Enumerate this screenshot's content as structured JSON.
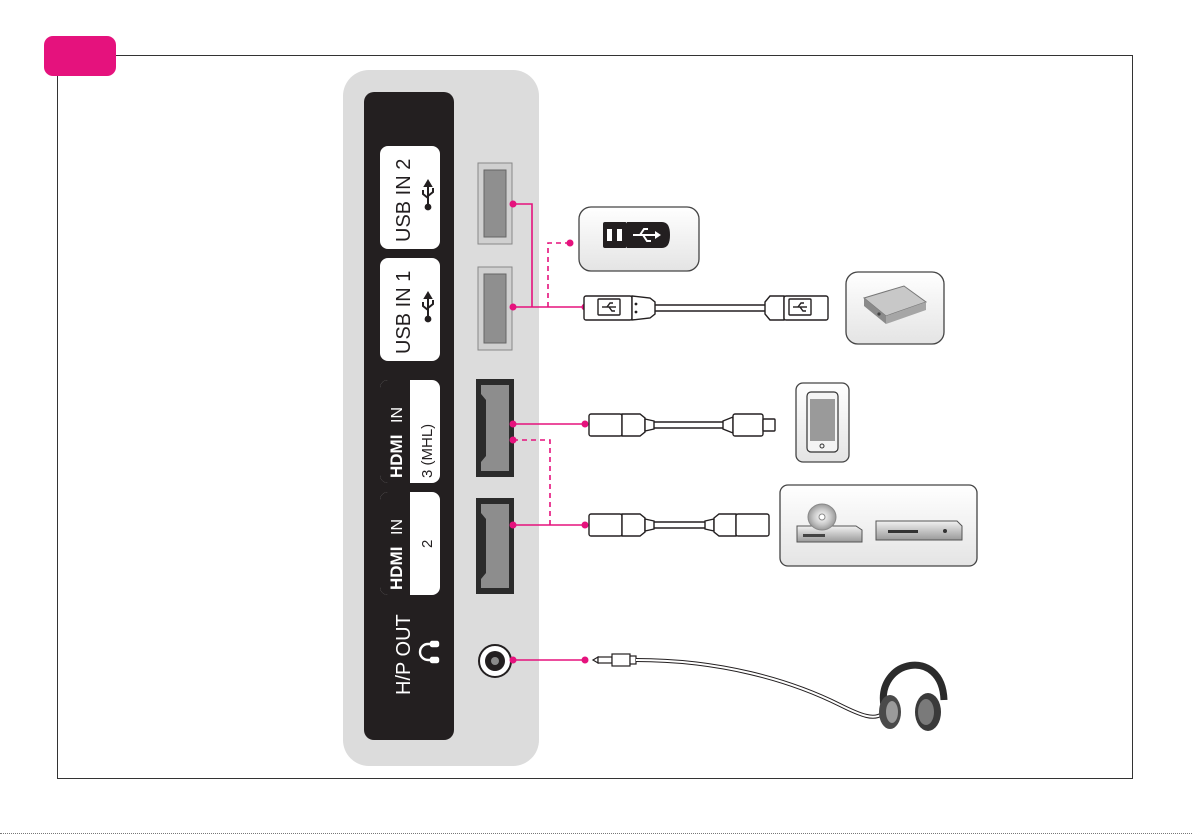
{
  "colors": {
    "accent": "#e5127d",
    "panel": "#dcdcdc",
    "panel_dark": "#231f20",
    "cable": "#e5127d"
  },
  "ports": {
    "usb2": {
      "line1": "USB IN 2",
      "icon": "usb-icon"
    },
    "usb1": {
      "line1": "USB IN 1",
      "icon": "usb-icon"
    },
    "hdmi3": {
      "logo": "HDMI",
      "in": "IN",
      "sub": "3 (MHL)"
    },
    "hdmi2": {
      "logo": "HDMI",
      "in": "IN",
      "sub": "2"
    },
    "hp": {
      "line1": "H/P OUT",
      "icon": "headphone-icon"
    }
  },
  "devices": [
    {
      "name": "usb-flash-drive",
      "icon": "usb-stick-icon"
    },
    {
      "name": "external-hard-drive",
      "icon": "hard-drive-icon"
    },
    {
      "name": "smartphone",
      "icon": "smartphone-icon"
    },
    {
      "name": "dvd-player",
      "icon": "dvd-player-icon"
    },
    {
      "name": "set-top-box",
      "icon": "set-top-box-icon"
    },
    {
      "name": "headphones",
      "icon": "headphones-icon"
    }
  ]
}
